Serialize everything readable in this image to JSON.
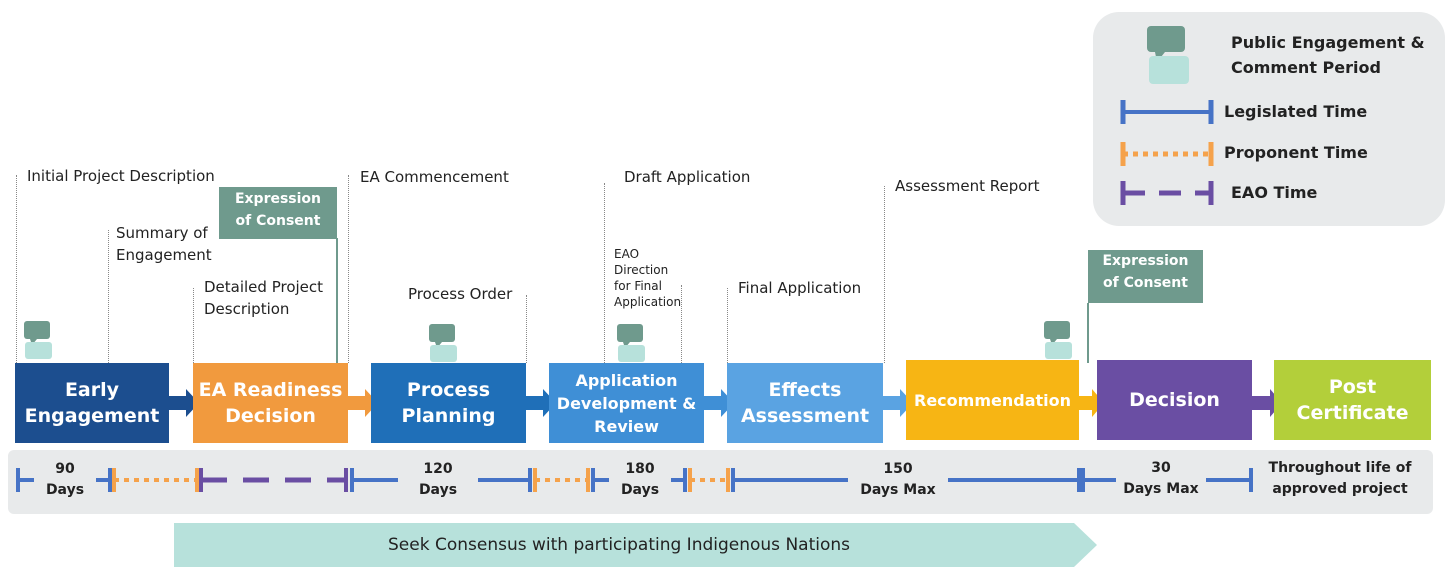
{
  "colors": {
    "dark_blue": "#1c4e8f",
    "orange": "#f19a3e",
    "mid_blue": "#1f6fb8",
    "light_blue": "#3f8fd6",
    "sky_blue": "#5aa3e2",
    "gold": "#f7b514",
    "purple": "#6a4ea3",
    "lime": "#b3cf3a",
    "legislated": "#4673c6",
    "proponent": "#f5a24b",
    "eao": "#6a4ea3",
    "consent_box": "#6f9a8d",
    "consensus_arrow": "#b7e1db"
  },
  "stages": [
    {
      "label": "Early\nEngagement"
    },
    {
      "label": "EA Readiness\nDecision"
    },
    {
      "label": "Process\nPlanning"
    },
    {
      "label": "Application\nDevelopment &\nReview"
    },
    {
      "label": "Effects\nAssessment"
    },
    {
      "label": "Recommendation"
    },
    {
      "label": "Decision"
    },
    {
      "label": "Post\nCertificate"
    }
  ],
  "annotations": {
    "initial_project_description": "Initial Project Description",
    "summary_of_engagement": "Summary of\nEngagement",
    "detailed_project_description": "Detailed Project\nDescription",
    "ea_commencement": "EA Commencement",
    "process_order": "Process Order",
    "draft_application": "Draft Application",
    "eao_direction": "EAO\nDirection\nfor Final\nApplication",
    "final_application": "Final Application",
    "assessment_report": "Assessment Report"
  },
  "consent_boxes": [
    {
      "label": "Expression\nof Consent"
    },
    {
      "label": "Expression\nof Consent"
    }
  ],
  "timeline": {
    "labels": [
      {
        "text": "90\nDays"
      },
      {
        "text": "120\nDays"
      },
      {
        "text": "180\nDays"
      },
      {
        "text": "150\nDays Max"
      },
      {
        "text": "30\nDays Max"
      },
      {
        "text": "Throughout life of\napproved project"
      }
    ]
  },
  "legend": {
    "public_engagement": "Public Engagement &\nComment Period",
    "legislated_time": "Legislated Time",
    "proponent_time": "Proponent Time",
    "eao_time": "EAO Time"
  },
  "consensus": "Seek Consensus with participating Indigenous Nations"
}
